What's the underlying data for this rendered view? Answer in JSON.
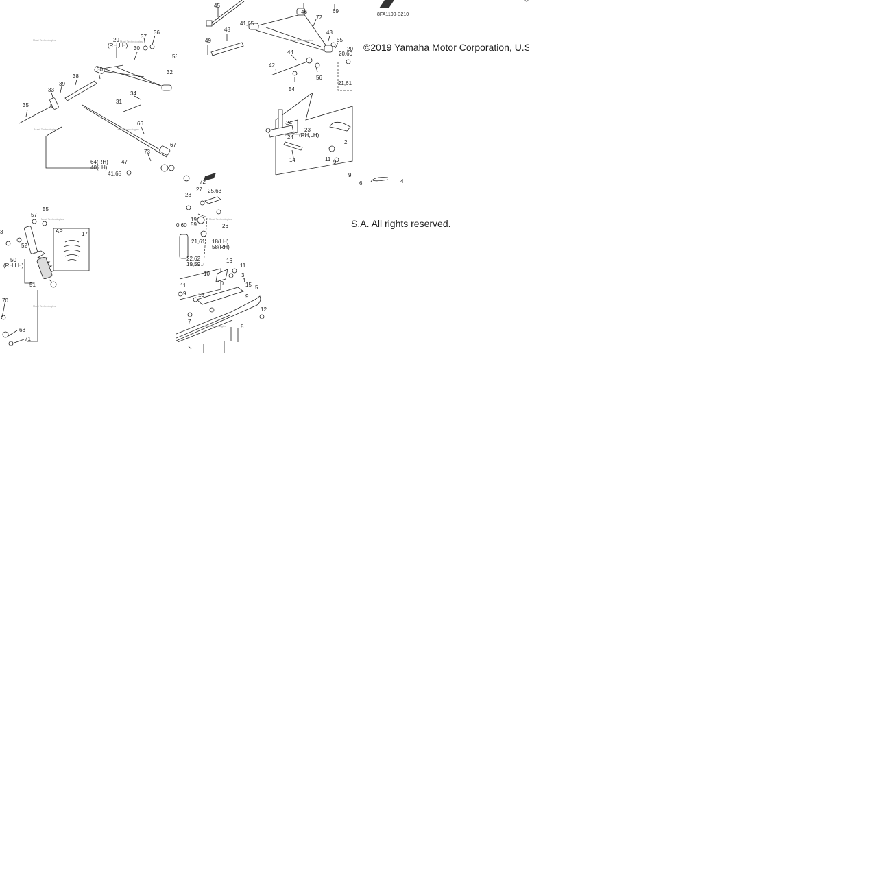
{
  "diagram": {
    "code": "8FA1100-B210",
    "watermark": "Mast Technologies",
    "copyright_part1": "©2019 Yamaha Motor Corporation, U.S",
    "copyright_part2": "S.A. All rights reserved.",
    "tile_top_left": {
      "callouts": [
        "29",
        "(RH,LH)",
        "37",
        "36",
        "30",
        "30",
        "38",
        "39",
        "33",
        "35",
        "32",
        "34",
        "31",
        "66",
        "73",
        "67",
        "64(RH)",
        "40(LH)",
        "47",
        "41,65",
        "53"
      ]
    },
    "tile_top_middle": {
      "callouts": [
        "45",
        "46",
        "72",
        "69",
        "41,65",
        "48",
        "49",
        "43",
        "55",
        "20",
        "20,60",
        "44",
        "42",
        "54",
        "56",
        "21,61"
      ]
    },
    "tile_middle": {
      "callouts": [
        "24",
        "23",
        "(RH,LH)",
        "24",
        "11",
        "9",
        "2",
        "14",
        "9",
        "6",
        "4"
      ]
    },
    "tile_bottom_left": {
      "callouts": [
        "55",
        "57",
        "3",
        "52",
        "AP",
        "17",
        "50",
        "(RH,LH)",
        "51",
        "70",
        "68",
        "71"
      ]
    },
    "tile_bottom_middle": {
      "callouts": [
        "72",
        "27",
        "25,63",
        "28",
        "0,60",
        "19",
        "59",
        "26",
        "21,61",
        "18(LH)",
        "58(RH)",
        "22,62",
        "19,59",
        "16",
        "11",
        "11",
        "10",
        "10",
        "3",
        "15",
        "9",
        "13",
        "1",
        "5",
        "9",
        "7",
        "12",
        "8"
      ]
    }
  }
}
